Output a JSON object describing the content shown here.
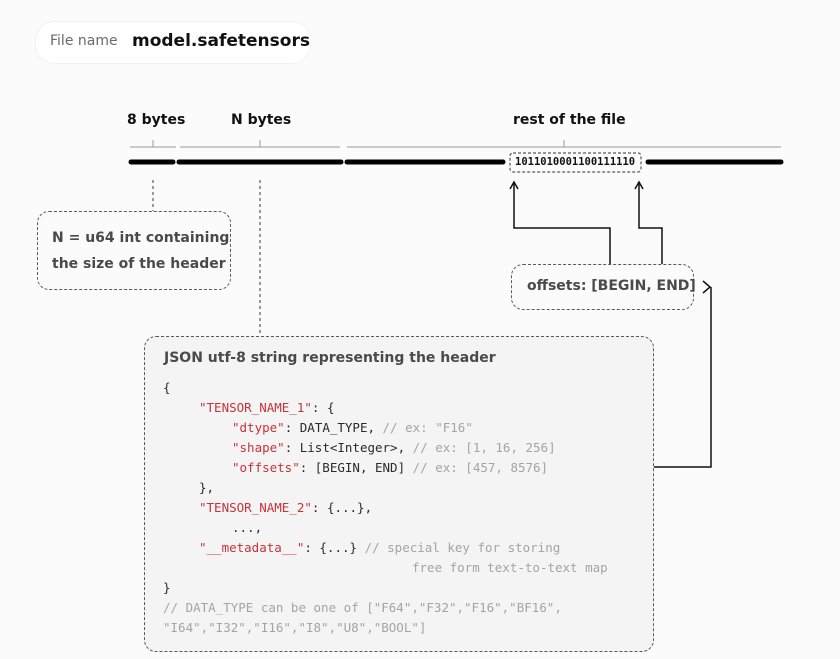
{
  "file": {
    "label": "File name",
    "name": "model.safetensors"
  },
  "segments": {
    "header_size_label": "8 bytes",
    "header_label": "N bytes",
    "rest_label": "rest of the file",
    "bits": "1011010001100111110"
  },
  "notes": {
    "n_line1": "N = u64 int containing",
    "n_line2": "the size of the header",
    "offsets": "offsets: [BEGIN, END]"
  },
  "json_header": {
    "title": "JSON utf-8 string representing the header",
    "lines": {
      "l1": "{",
      "l2_key": "\"TENSOR_NAME_1\"",
      "l2_rest": ": {",
      "l3_key": "\"dtype\"",
      "l3_rest": ": DATA_TYPE, ",
      "l3_comment": "// ex: \"F16\"",
      "l4_key": "\"shape\"",
      "l4_rest": ": List<Integer>, ",
      "l4_comment": "// ex: [1, 16, 256]",
      "l5_key": "\"offsets\"",
      "l5_rest": ": [BEGIN, END] ",
      "l5_comment": "// ex: [457, 8576]",
      "l6": "},",
      "l7_key": "\"TENSOR_NAME_2\"",
      "l7_rest": ": {...},",
      "l8": "...,",
      "l9_key": "\"__metadata__\"",
      "l9_rest": ": {...} ",
      "l9_comment": "// special key for storing",
      "l10_comment": "free form text-to-text map",
      "l11": "}",
      "l12_comment": "// DATA_TYPE can be one of [\"F64\",\"F32\",\"F16\",\"BF16\",",
      "l13_comment": "\"I64\",\"I32\",\"I16\",\"I8\",\"U8\",\"BOOL\"]"
    }
  },
  "colors": {
    "key": "#c8333a",
    "comment": "#a4a4a4",
    "bar": "#000000"
  }
}
